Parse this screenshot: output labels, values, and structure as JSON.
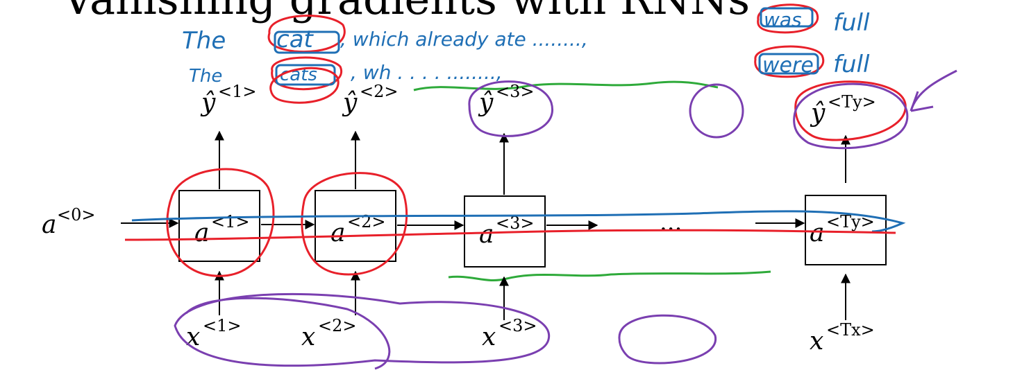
{
  "title": "Vanishing gradients with RNNs",
  "init_activation": {
    "base": "a",
    "sup": "<0>"
  },
  "ellipsis": "...",
  "steps": [
    {
      "y_base": "ŷ",
      "y_sup": "<1>",
      "a_base": "a",
      "a_sup": "<1>",
      "x_base": "x",
      "x_sup": "<1>"
    },
    {
      "y_base": "ŷ",
      "y_sup": "<2>",
      "a_base": "a",
      "a_sup": "<2>",
      "x_base": "x",
      "x_sup": "<2>"
    },
    {
      "y_base": "ŷ",
      "y_sup": "<3>",
      "a_base": "a",
      "a_sup": "<3>",
      "x_base": "x",
      "x_sup": "<3>"
    },
    {
      "y_base": "ŷ",
      "y_sup": "<Ty>",
      "a_base": "a",
      "a_sup": "<Ty>",
      "x_base": "x",
      "x_sup": "<Tx>"
    }
  ],
  "annotations": {
    "line1": {
      "the": "The",
      "noun": "cat",
      "middle": ", which already ate ........,",
      "verb": "was",
      "tail": "full"
    },
    "line2": {
      "the": "The",
      "noun": "cats",
      "middle": ", wh  . . . . ........,",
      "verb": "were",
      "tail": "full"
    }
  },
  "colors": {
    "ink": "#000000",
    "red_ink": "#e8202a",
    "blue_ink": "#1f6fb5",
    "green_ink": "#2eaa3a",
    "purple_ink": "#7a3fb0"
  }
}
